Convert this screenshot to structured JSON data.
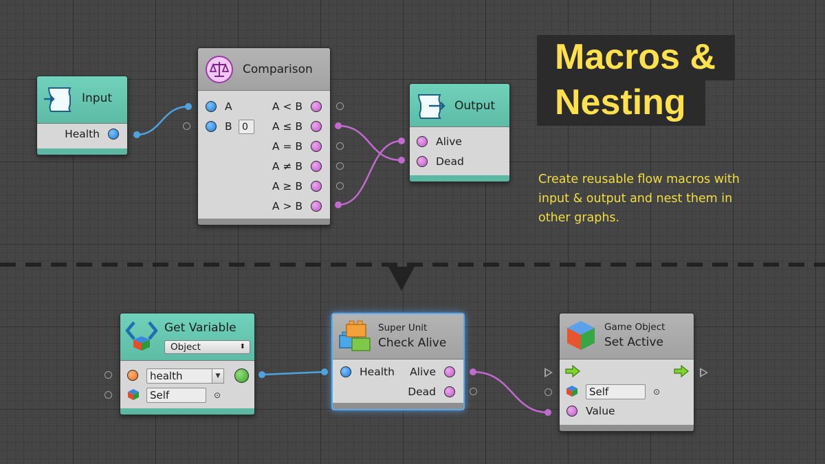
{
  "headline": {
    "line1": "Macros &",
    "line2": "Nesting"
  },
  "description": "Create reusable flow macros with input & output and nest them in other graphs.",
  "colors": {
    "headline": "#ffe14e",
    "description": "#f2de43",
    "value_wire": "#4fa3e0",
    "bool_wire": "#c36ad0",
    "selection": "#5aa8f0"
  },
  "macro_graph": {
    "input_node": {
      "title": "Input",
      "icon": "scroll-input-icon",
      "ports": [
        {
          "label": "Health",
          "type": "blue"
        }
      ]
    },
    "comparison_node": {
      "title": "Comparison",
      "icon": "scales-icon",
      "inputs": [
        {
          "label": "A"
        },
        {
          "label": "B",
          "value": "0"
        }
      ],
      "outputs": [
        "A < B",
        "A ≤ B",
        "A = B",
        "A ≠ B",
        "A ≥ B",
        "A > B"
      ]
    },
    "output_node": {
      "title": "Output",
      "icon": "scroll-output-icon",
      "ports": [
        {
          "label": "Alive"
        },
        {
          "label": "Dead"
        }
      ]
    }
  },
  "parent_graph": {
    "get_variable_node": {
      "title": "Get Variable",
      "icon": "variable-brackets-icon",
      "kind_select": "Object",
      "name_field": "health",
      "target_field": "Self"
    },
    "super_unit_node": {
      "kicker": "Super Unit",
      "title": "Check Alive",
      "icon": "lego-bricks-icon",
      "input": "Health",
      "outputs": [
        "Alive",
        "Dead"
      ]
    },
    "set_active_node": {
      "kicker": "Game Object",
      "title": "Set Active",
      "icon": "game-object-cube-icon",
      "target_field": "Self",
      "value_label": "Value"
    }
  }
}
